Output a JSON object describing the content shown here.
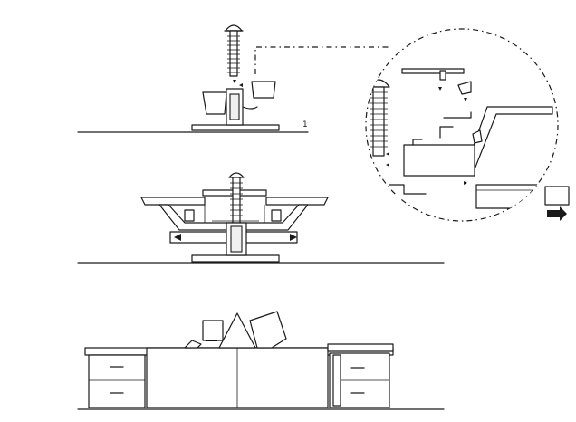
{
  "figure": {
    "callout_number": "1",
    "colors": {
      "ink": "#1a1a1a",
      "paper": "#ffffff"
    },
    "panels": [
      "top-assembly-detail",
      "middle-section-view",
      "bottom-elevation-view",
      "zoom-detail-circle"
    ]
  }
}
